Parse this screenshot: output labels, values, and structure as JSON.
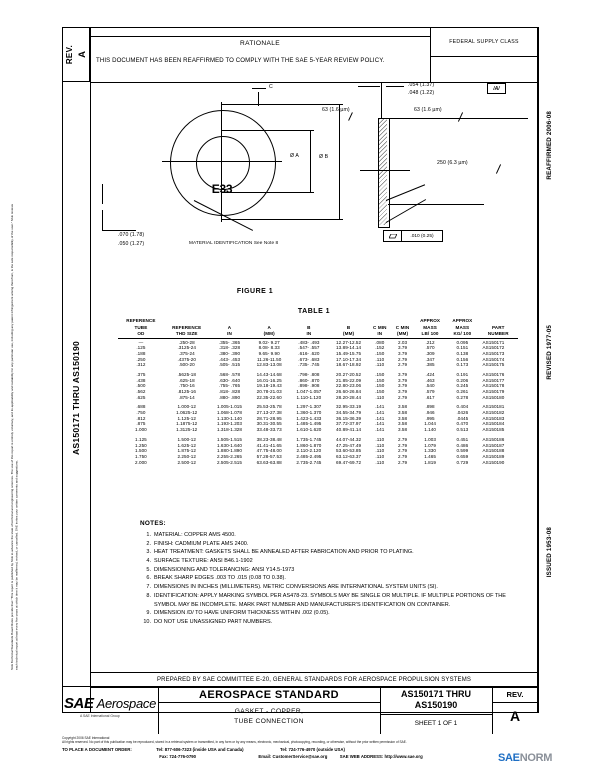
{
  "document": {
    "rev_label": "REV.",
    "rev_value": "A",
    "doc_number_vertical": "AS150171 THRU AS150190",
    "federal_supply_class": "FEDERAL SUPPLY CLASS",
    "dates": [
      "REAFFIRMED 2006-08",
      "REVISED 1977-05",
      "ISSUED 1953-08"
    ]
  },
  "rationale": {
    "title": "RATIONALE",
    "text": "THIS DOCUMENT HAS BEEN REAFFIRMED TO COMPLY WITH THE SAE 5-YEAR REVIEW POLICY."
  },
  "drawing": {
    "figure_caption": "FIGURE 1",
    "table_caption": "TABLE 1",
    "marking": "E33",
    "dim_c": "C",
    "dim_b": "Ø B",
    "dim_a": "Ø A",
    "thickness_max": ".070 (1.78)",
    "thickness_min": ".050 (1.27)",
    "material_id_note": "MATERIAL IDENTIFICATION See Note 8",
    "top_dim_max": ".054  (1.37)",
    "top_dim_min": ".048  (1.22)",
    "finish_63": "63  (1.6 µm)",
    "finish_250": "250  (6.3 µm)",
    "flatness": ".010 (0.25)",
    "rev_flag": "/A/"
  },
  "table": {
    "headers_row1": [
      "REFERENCE",
      "REFERENCE",
      "A",
      "A",
      "B",
      "B",
      "C MIN",
      "C MIN",
      "APPROX MASS",
      "APPROX MASS",
      "PART"
    ],
    "columns": [
      {
        "l1": "REFERENCE",
        "l2": "TUBE",
        "l3": "OD"
      },
      {
        "l1": "",
        "l2": "REFERENCE",
        "l3": "THD SIZE"
      },
      {
        "l1": "",
        "l2": "A",
        "l3": "IN"
      },
      {
        "l1": "",
        "l2": "A",
        "l3": "(MM)"
      },
      {
        "l1": "",
        "l2": "B",
        "l3": "IN"
      },
      {
        "l1": "",
        "l2": "B",
        "l3": "(MM)"
      },
      {
        "l1": "",
        "l2": "C MIN",
        "l3": "IN"
      },
      {
        "l1": "",
        "l2": "C MIN",
        "l3": "(MM)"
      },
      {
        "l1": "APPROX",
        "l2": "MASS",
        "l3": "LB/ 100"
      },
      {
        "l1": "APPROX",
        "l2": "MASS",
        "l3": "KG/ 100"
      },
      {
        "l1": "",
        "l2": "PART",
        "l3": "NUMBER"
      }
    ],
    "groups": [
      {
        "rows": [
          [
            "—",
            ".250-28",
            ".355-  .365",
            "  9.02-  9.27",
            ".483-  .493",
            "12.27-12.52",
            ".080",
            "2.03",
            ".212",
            "0.095",
            "AS150171"
          ],
          [
            ".125",
            ".3125-24",
            ".318-  .328",
            "  8.08-  8.33",
            ".547-  .557",
            "13.89-14.14",
            ".152",
            "3.79",
            ".570",
            "0.151",
            "AS150172"
          ],
          [
            ".188",
            ".375-24",
            ".380-  .390",
            "  9.65-  9.90",
            ".616-  .620",
            "15.49-15.75",
            ".150",
            "3.79",
            ".309",
            "0.138",
            "AS150173"
          ],
          [
            ".250",
            ".4375-20",
            ".443-  .453",
            "11.26-11.50",
            ".673-  .683",
            "17.10-17.34",
            ".110",
            "2.79",
            ".347",
            "0.156",
            "AS150174"
          ],
          [
            ".312",
            ".500-20",
            ".505-  .515",
            "12.83-13.08",
            ".735-  .745",
            "18.67-18.92",
            ".110",
            "2.79",
            ".385",
            "0.173",
            "AS150175"
          ]
        ]
      },
      {
        "rows": [
          [
            ".375",
            ".5625-18",
            ".568-  .578",
            "14.43-14.68",
            ".798-  .808",
            "20.27-20.52",
            ".150",
            "3.79",
            ".424",
            "0.191",
            "AS150176"
          ],
          [
            ".438",
            ".625-18",
            ".630-  .640",
            "16.01-16.25",
            ".860-  .870",
            "21.85-22.09",
            ".150",
            "3.79",
            ".463",
            "0.206",
            "AS150177"
          ],
          [
            ".500",
            ".750-16",
            ".755-  .765",
            "19.18-19.43",
            ".898-  .908",
            "22.80-23.06",
            ".150",
            "3.79",
            ".540",
            "0.245",
            "AS150178"
          ],
          [
            ".562",
            ".8125-16",
            ".818-  .828",
            "20.78-21.03",
            "1.047-1.057",
            "26.60-26.84",
            ".150",
            "3.79",
            ".579",
            "0.261",
            "AS150179"
          ],
          [
            ".625",
            ".875-14",
            ".880-  .890",
            "22.35-22.60",
            "1.110-1.120",
            "28.20-28.44",
            ".110",
            "2.79",
            ".617",
            "0.278",
            "AS150180"
          ]
        ]
      },
      {
        "rows": [
          [
            ".688",
            "1.000-12",
            "1.005-1.015",
            "25.53-25.78",
            "1.297-1.307",
            "32.95-33.19",
            ".141",
            "3.58",
            ".898",
            "0.404",
            "AS150181"
          ],
          [
            ".750",
            "1.0625-12",
            "1.068-1.078",
            "27.13-27.38",
            "1.360-1.370",
            "34.55-34.79",
            ".141",
            "3.58",
            ".946",
            ".0426",
            "AS150182"
          ],
          [
            ".812",
            "1.125-12",
            "1.130-1.140",
            "28.71-28.95",
            "1.423-1.433",
            "36.15-36.39",
            ".141",
            "3.58",
            ".995",
            ".0445",
            "AS150183"
          ],
          [
            ".875",
            "1.1875-12",
            "1.193-1.203",
            "30.31-30.55",
            "1.485-1.495",
            "37.72-37.97",
            ".141",
            "3.58",
            "1.044",
            "0.470",
            "AS150184"
          ],
          [
            "1.000",
            "1.3125-12",
            "1.318-1.328",
            "33.48-33.73",
            "1.610-1.620",
            "40.89-41.14",
            ".141",
            "3.58",
            "1.140",
            "0.513",
            "AS150185"
          ]
        ]
      },
      {
        "rows": [
          [
            "1.125",
            "1.500-12",
            "1.505-1.515",
            "38.23-38.48",
            "1.735-1.745",
            "44.07-44.32",
            ".110",
            "2.79",
            "1.003",
            "0.451",
            "AS150186"
          ],
          [
            "1.250",
            "1.625-12",
            "1.630-1.640",
            "41.41-41.65",
            "1.860-1.870",
            "47.25-47.49",
            ".110",
            "2.79",
            "1.079",
            "0.486",
            "AS150187"
          ],
          [
            "1.500",
            "1.875-12",
            "1.880-1.890",
            "47.75-48.00",
            "2.110-2.120",
            "53.60-53.85",
            ".110",
            "2.79",
            "1.330",
            "0.599",
            "AS150188"
          ],
          [
            "1.750",
            "2.250-12",
            "2.255-2.265",
            "57.28-57.53",
            "2.485-2.495",
            "63.12-63.37",
            ".110",
            "2.79",
            "1.465",
            "0.659",
            "AS150189"
          ],
          [
            "2.000",
            "2.500-12",
            "2.505-2.515",
            "63.63-63.88",
            "2.735-2.745",
            "69.47-69.72",
            ".110",
            "2.79",
            "1.819",
            "0.729",
            "AS150190"
          ]
        ]
      }
    ]
  },
  "notes": {
    "header": "NOTES:",
    "items": [
      {
        "n": "1.",
        "t": "MATERIAL:  COPPER AMS 4500."
      },
      {
        "n": "2.",
        "t": "FINISH:  CADMIUM PLATE AMS 2400."
      },
      {
        "n": "3.",
        "t": "HEAT TREATMENT:  GASKETS SHALL BE ANNEALED AFTER FABRICATION AND PRIOR TO PLATING."
      },
      {
        "n": "4.",
        "t": "SURFACE TEXTURE:  ANSI B46.1-1902"
      },
      {
        "n": "5.",
        "t": "DIMENSIONING AND TOLERANCING:  ANSI Y14.5-1973"
      },
      {
        "n": "6.",
        "t": "BREAK SHARP EDGES .003 TO .015 (0.08 TO 0.38)."
      },
      {
        "n": "7.",
        "t": "DIMENSIONS IN INCHES (MILLIMETERS).  METRIC CONVERSIONS ARE INTERNATIONAL SYSTEM UNITS (SI)."
      },
      {
        "n": "8.",
        "t": "IDENTIFICATION:  APPLY MARKING SYMBOL PER AS478-23.  SYMBOLS MAY BE SINGLE OR MULTIPLE.  IF MULTIPLE PORTIONS OF THE SYMBOL MAY BE INCOMPLETE.  MARK PART NUMBER AND MANUFACTURER'S IDENTIFICATION ON CONTAINER."
      },
      {
        "n": "9.",
        "t": "DIMENSION /D/ TO HAVE UNIFORM THICKNESS WITHIN .002 (0.05)."
      },
      {
        "n": "10.",
        "t": "DO NOT USE UNASSIGNED PART NUMBERS."
      }
    ]
  },
  "prepared_by": "PREPARED BY SAE COMMITTEE E-20, GENERAL STANDARDS FOR AEROSPACE PROPULSION SYSTEMS",
  "title_block": {
    "logo_sae": "SAE",
    "logo_aerospace": "Aerospace",
    "logo_tagline": "A SAE International Group",
    "standard_title": "AEROSPACE STANDARD",
    "subject_line1": "GASKET - COPPER,",
    "subject_line2": "TUBE CONNECTION",
    "doc_number_line1": "AS150171 THRU",
    "doc_number_line2": "AS150190",
    "sheet": "SHEET 1 OF 1",
    "rev_label": "REV.",
    "rev_value": "A"
  },
  "footer": {
    "copyright": "Copyright 2006 SAE International",
    "reserved": "All rights reserved.  No part of this publication may be reproduced, stored in a retrieval system or transmitted, in any form or by any means, electronic, mechanical, photocopying, recording, or otherwise, without the prior written permission of SAE.",
    "order_label": "TO PLACE A DOCUMENT ORDER:",
    "tel_us": "Tel: 877-606-7323 (inside USA and Canada)",
    "tel_intl": "Tel: 724-776-4970 (outside USA)",
    "fax": "Fax: 724-776-0790",
    "email": "Email:  CustomerService@sae.org",
    "web": "SAE WEB ADDRESS: http://www.sae.org",
    "watermark_sae": "SAE",
    "watermark_norm": "NORM"
  },
  "side_legal": "SAE Technical Standards Board Rules provide that: \"This report is published by SAE to advance the state of technical and engineering sciences.  The use of this report is entirely voluntary, and its applicability and suitability for any particular use, including any patent infringement arising therefrom, is the sole responsibility of the user.\"   SAE reviews each technical report at least every five years at which time it may be reaffirmed, revised, or cancelled.  SAE invites your written comments and suggestions.",
  "colors": {
    "ink": "#000000",
    "watermark_blue": "#1f6fc4",
    "watermark_gray": "#8a9099"
  }
}
